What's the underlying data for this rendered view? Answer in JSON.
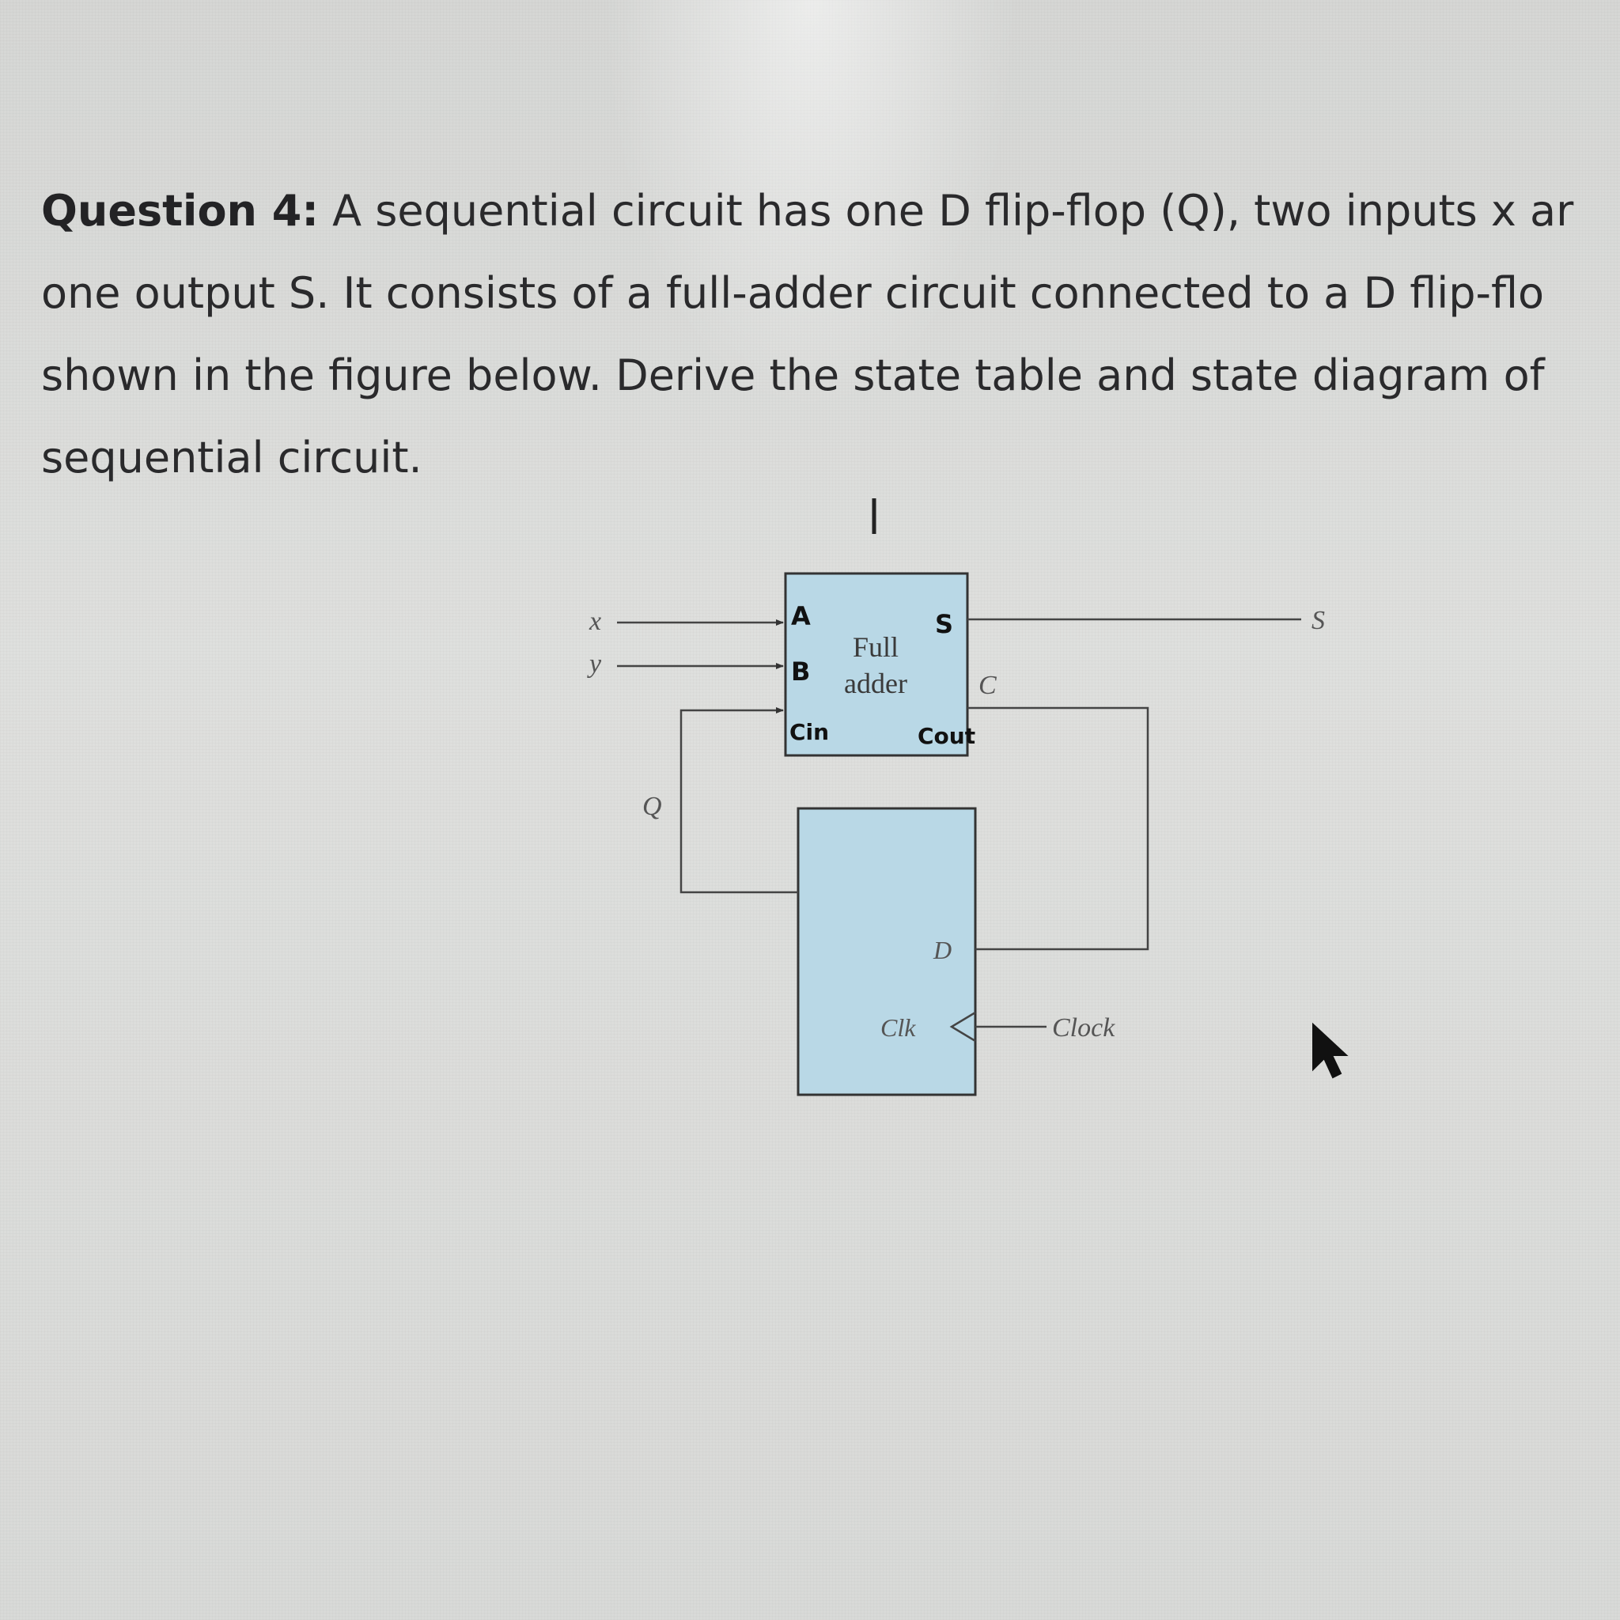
{
  "question": {
    "label": "Question 4:",
    "line1": "A sequential circuit has one D flip-flop (Q), two inputs x ar",
    "line2": "one output S. It consists of a full-adder circuit connected to a D flip-flo",
    "line3": "shown in the figure below. Derive the state table and state diagram of",
    "line4": "sequential circuit."
  },
  "figure": {
    "input_x": "x",
    "input_y": "y",
    "output_s": "S",
    "carry_label": "C",
    "feedback_label": "Q",
    "clock_label": "Clock",
    "full_adder": {
      "title_line1": "Full",
      "title_line2": "adder",
      "pin_a": "A",
      "pin_b": "B",
      "pin_cin": "Cin",
      "pin_s": "S",
      "pin_cout": "Cout"
    },
    "flip_flop": {
      "pin_d": "D",
      "pin_clk": "Clk"
    },
    "box_fill": "#b9d8e6"
  }
}
